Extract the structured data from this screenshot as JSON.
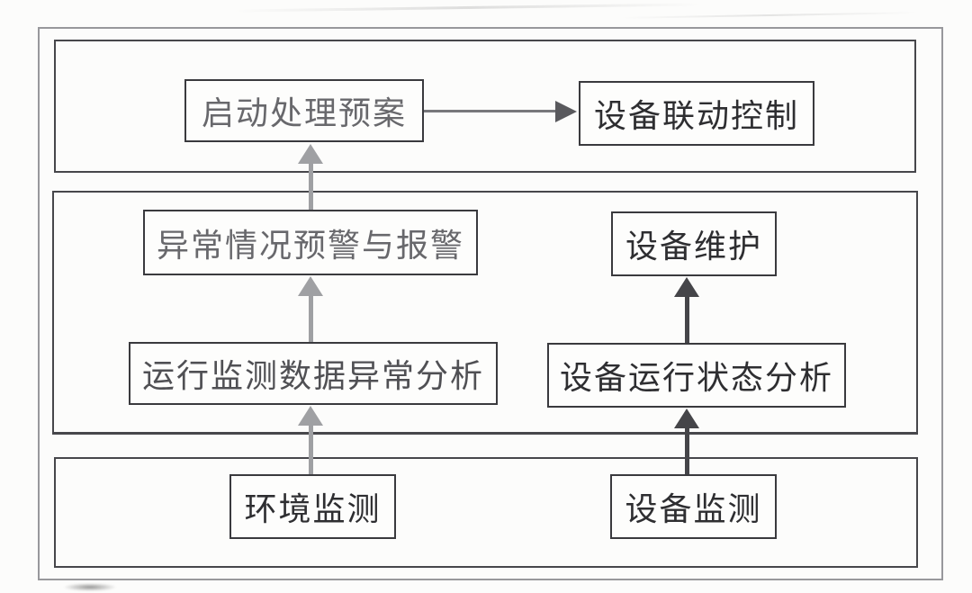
{
  "diagram": {
    "type": "flowchart",
    "description": "Three-layer monitoring architecture flowchart (scanned document)",
    "nodes": {
      "start_plan": {
        "label": "启动处理预案"
      },
      "linkage_control": {
        "label": "设备联动控制"
      },
      "abnormal_alarm": {
        "label": "异常情况预警与报警"
      },
      "equip_maintenance": {
        "label": "设备维护"
      },
      "monitor_analysis": {
        "label": "运行监测数据异常分析"
      },
      "status_analysis": {
        "label": "设备运行状态分析"
      },
      "env_monitoring": {
        "label": "环境监测"
      },
      "equip_monitoring": {
        "label": "设备监测"
      }
    },
    "edges": [
      {
        "from": "start_plan",
        "to": "linkage_control",
        "direction": "right",
        "color": "#59595d"
      },
      {
        "from": "abnormal_alarm",
        "to": "start_plan",
        "direction": "up",
        "color": "#9fa0a3"
      },
      {
        "from": "monitor_analysis",
        "to": "abnormal_alarm",
        "direction": "up",
        "color": "#9fa0a3"
      },
      {
        "from": "env_monitoring",
        "to": "monitor_analysis",
        "direction": "up",
        "color": "#9fa0a3"
      },
      {
        "from": "status_analysis",
        "to": "equip_maintenance",
        "direction": "up",
        "color": "#454549"
      },
      {
        "from": "equip_monitoring",
        "to": "status_analysis",
        "direction": "up",
        "color": "#454549"
      }
    ],
    "colors": {
      "background": "#fcfcfb",
      "outer_border": "#98989c",
      "layer_border": "#47474b",
      "node_border": "#3a3a3e",
      "text_dark": "#2e2e31",
      "text_light": "#68686c",
      "arrow_light": "#9fa0a3",
      "arrow_dark": "#454549"
    }
  }
}
